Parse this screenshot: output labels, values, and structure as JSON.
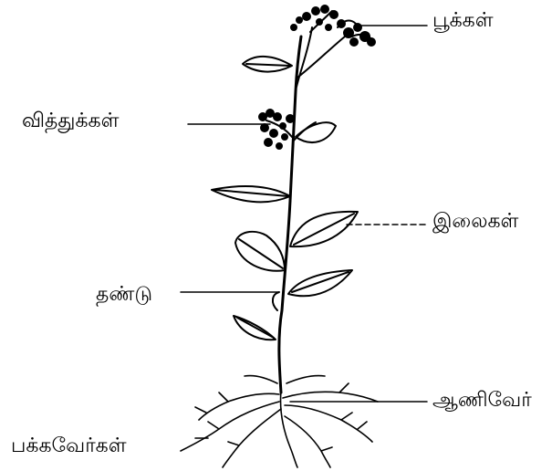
{
  "labels": {
    "flowers": "பூக்கள்",
    "seeds": "வித்துக்கள்",
    "leaves": "இலைகள்",
    "stem": "தண்டு",
    "taproot": "ஆணிவேர்",
    "lateral_roots": "பக்கவேர்கள்"
  },
  "colors": {
    "ink": "#000000",
    "background": "#ffffff"
  }
}
